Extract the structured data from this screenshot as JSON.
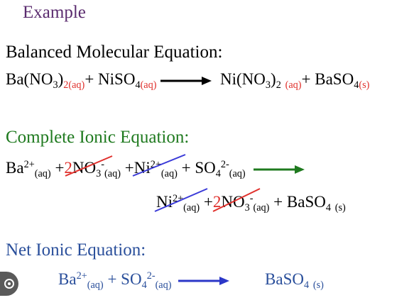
{
  "colors": {
    "purple": "#5b2c6f",
    "green": "#1f7a1f",
    "blue": "#2a4f9b",
    "red": "#e0302c",
    "arrowBlue": "#2b37c8",
    "strikeBlue": "#3a3ad8",
    "strikeRed": "#e0302c"
  },
  "example": "Example",
  "balanced": {
    "heading": "Balanced Molecular Equation:",
    "r1_main": "Ba(NO",
    "r1_sub1": "3",
    "r1_close": ")",
    "r1_sub2": "2(aq)",
    "plus1": "+ NiSO",
    "r2_sub1": "4",
    "r2_sub2": "(aq)",
    "p1_main": "Ni(NO",
    "p1_sub1": "3",
    "p1_close": ")",
    "p1_sub2": "2",
    "p1_state": "(aq)",
    "plus2": "+ BaSO",
    "p2_sub1": "4",
    "p2_state": "(s)"
  },
  "complete": {
    "heading": "Complete Ionic Equation:",
    "ba": "Ba",
    "ba_sup": "2+",
    "aq": "(aq)",
    "plus": "+",
    "coef2": "2",
    "no": "NO",
    "no_sub": "3",
    "no_sup": "-",
    "ni": "Ni",
    "ni_sup": "2+",
    "so": "+ SO",
    "so_sub": "4",
    "so_sup": "2-",
    "baso": "+ BaSO",
    "baso_sub": "4",
    "s": "(s)"
  },
  "net": {
    "heading": "Net Ionic Equation:",
    "ba": "Ba",
    "ba_sup": "2+",
    "aq": "(aq)",
    "so": "+ SO",
    "so_sub": "4",
    "so_sup": "2-",
    "product": "BaSO",
    "product_sub": "4",
    "product_state": "(s)"
  },
  "icons": {
    "badge": "lens-icon"
  }
}
